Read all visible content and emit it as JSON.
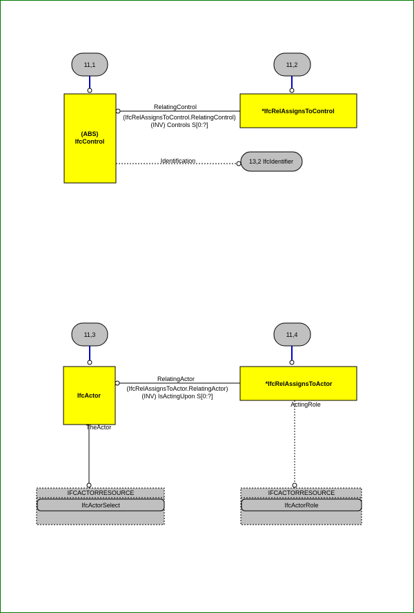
{
  "diagram": {
    "page_refs": {
      "ref1": "11,1",
      "ref2": "11,2",
      "ref3": "11,3",
      "ref4": "11,4"
    },
    "entities": {
      "ifccontrol": {
        "line1": "(ABS)",
        "line2": "IfcControl"
      },
      "relassignstocontrol": {
        "label": "*IfcRelAssignsToControl"
      },
      "ifcactor": {
        "label": "IfcActor"
      },
      "relassignstoactor": {
        "label": "*IfcRelAssignsToActor"
      }
    },
    "relations": {
      "relating_control": {
        "name": "RelatingControl",
        "inverse_line1": "(IfcRelAssignsToControl.RelatingControl)",
        "inverse_line2": "(INV) Controls S[0:?]"
      },
      "identification": {
        "name": "Identification"
      },
      "relating_actor": {
        "name": "RelatingActor",
        "inverse_line1": "(IfcRelAssignsToActor.RelatingActor)",
        "inverse_line2": "(INV) IsActingUpon S[0:?]"
      },
      "the_actor": {
        "name": "TheActor"
      },
      "acting_role": {
        "name": "ActingRole"
      }
    },
    "external_ref": {
      "label": "13,2 IfcIdentifier"
    },
    "resources": {
      "actor_select": {
        "header": "IFCACTORRESOURCE",
        "type": "IfcActorSelect"
      },
      "actor_role": {
        "header": "IFCACTORRESOURCE",
        "type": "IfcActorRole"
      }
    },
    "colors": {
      "border": "#007700",
      "entity_fill": "#ffff00",
      "ref_fill": "#c0c0c0",
      "connector": "#0000cc"
    }
  }
}
